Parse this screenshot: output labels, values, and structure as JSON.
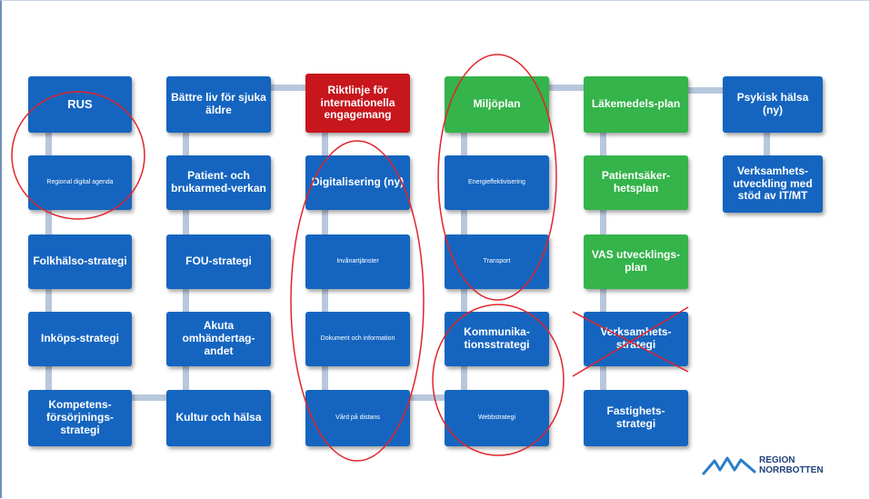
{
  "columns": [
    {
      "boxes": [
        {
          "label": "RUS",
          "color": "blue"
        },
        {
          "label": "Regional digital agenda",
          "color": "blue",
          "small": true
        },
        {
          "label": "Folkhälso-strategi",
          "color": "blue"
        },
        {
          "label": "Inköps-strategi",
          "color": "blue"
        },
        {
          "label": "Kompetens-försörjnings-strategi",
          "color": "blue"
        }
      ]
    },
    {
      "boxes": [
        {
          "label": "Bättre liv för sjuka äldre",
          "color": "blue"
        },
        {
          "label": "Patient- och brukarmed-verkan",
          "color": "blue"
        },
        {
          "label": "FOU-strategi",
          "color": "blue"
        },
        {
          "label": "Akuta omhändertag-andet",
          "color": "blue"
        },
        {
          "label": "Kultur och hälsa",
          "color": "blue"
        }
      ]
    },
    {
      "boxes": [
        {
          "label": "Riktlinje för internationella engagemang",
          "color": "red"
        },
        {
          "label": "Digitalisering (ny)",
          "color": "blue"
        },
        {
          "label": "Invånartjänster",
          "color": "blue",
          "small": true
        },
        {
          "label": "Dokument och information",
          "color": "blue",
          "small": true
        },
        {
          "label": "Vård på distans",
          "color": "blue",
          "small": true
        }
      ]
    },
    {
      "boxes": [
        {
          "label": "Miljöplan",
          "color": "green"
        },
        {
          "label": "Energieffektivisering",
          "color": "blue",
          "small": true
        },
        {
          "label": "Transport",
          "color": "blue",
          "small": true
        },
        {
          "label": "Kommunika-tionsstrategi",
          "color": "blue"
        },
        {
          "label": "Webbstrategi",
          "color": "blue",
          "small": true
        }
      ]
    },
    {
      "boxes": [
        {
          "label": "Läkemedels-plan",
          "color": "green"
        },
        {
          "label": "Patientsäker-hetsplan",
          "color": "green"
        },
        {
          "label": "VAS utvecklings-plan",
          "color": "green"
        },
        {
          "label": "Verksamhets-strategi",
          "color": "blue",
          "crossed": true
        },
        {
          "label": "Fastighets-strategi",
          "color": "blue"
        }
      ]
    },
    {
      "boxes": [
        {
          "label": "Psykisk hälsa (ny)",
          "color": "blue"
        },
        {
          "label": "Verksamhets-utveckling med stöd av IT/MT",
          "color": "blue"
        }
      ]
    }
  ],
  "colors": {
    "blue": "#1565c0",
    "red": "#c8161d",
    "green": "#34b44a",
    "connector": "#b8c7dc",
    "highlight_circle": "#e0252b"
  },
  "logo": {
    "line1": "REGION",
    "line2": "NORRBOTTEN",
    "icon": "region-norrbotten-logo-icon"
  }
}
